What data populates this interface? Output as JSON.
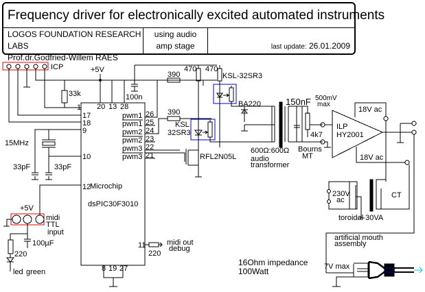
{
  "title_block": {
    "title": "Frequency driver for electronically excited automated instruments",
    "org_line1": "LOGOS FOUNDATION RESEARCH LABS",
    "org_line2": "Prof.dr.Godfried-Willem RAES",
    "desc_line1": "using audio",
    "desc_line2": "amp stage",
    "update_label": "last update:",
    "update_date": "26.01.2009"
  },
  "labels": {
    "icp": "ICP",
    "vcc_top": "+5V",
    "r_33k": "33k",
    "c_100n": "100n",
    "xtal": "15MHz",
    "c_33pf_a": "33pF",
    "c_33pf_b": "33pF",
    "mcu_name1": "Microchip",
    "mcu_name2": "dsPIC30F3010",
    "pins_left": [
      "1",
      "17",
      "18",
      "9",
      "10",
      "12"
    ],
    "pins_top": [
      "20",
      "13",
      "28"
    ],
    "pins_bottom": [
      "8",
      "19",
      "27"
    ],
    "pin_11": "11",
    "pwm_labels": [
      "pwm1",
      "pwm1",
      "pwm2",
      "pwm2",
      "pwm3",
      "pwm3"
    ],
    "pwm_pins": [
      "26",
      "25",
      "24",
      "23",
      "22",
      "21"
    ],
    "r_390_a": "390",
    "r_390_b": "390",
    "r_470_a": "470",
    "r_470_b": "470",
    "ksl_top": "KSL-32SR3",
    "ksl_mid1": "KSL",
    "ksl_mid2": "32SR3",
    "mosfet": "RFL2N05L",
    "diode": "BA220",
    "xfmr_ratio": "600Ω:600Ω",
    "xfmr1": "audio",
    "xfmr2": "transformer",
    "c_150nf": "150nF",
    "vmax1": "500mV",
    "vmax2": "max",
    "pot": "4k7",
    "pot_brand1": "Bourns",
    "pot_brand2": "MT",
    "amp1": "ILP",
    "amp2": "HY2001",
    "supply_a": "18V ac",
    "supply_b": "18V ac",
    "mains1": "230V",
    "mains2": "ac",
    "ct": "CT",
    "toroid": "toroidal 30VA",
    "mouth1": "artificial mouth",
    "mouth2": "assembly",
    "imp1": "16Ohm impedance",
    "imp2": "100Watt",
    "vmax_mouth": "7V max",
    "midi_vcc": "+5V",
    "midi1": "midi",
    "midi2": "TTL",
    "midi3": "input",
    "c_100uf": "100µF",
    "r_220_led": "220",
    "led1": "led",
    "led2": "green",
    "r_220_out": "220",
    "midi_out1": "midi out",
    "midi_out2": "debug"
  },
  "colors": {
    "connector_box": "#e00000",
    "optocoupler_box": "#0000c8",
    "air_arrow": "#00c8ff",
    "tube_stripe": "#0000c8"
  }
}
